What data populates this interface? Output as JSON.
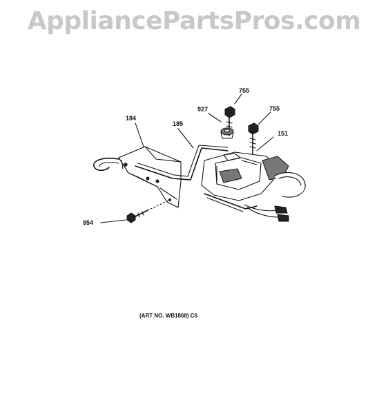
{
  "watermark": "AppliancePartsPros.com",
  "callouts": {
    "c184": "184",
    "c185": "185",
    "c755a": "755",
    "c927": "927",
    "c755b": "755",
    "c151": "151",
    "c854": "854"
  },
  "art_number": "(ART NO. WB1868) C6"
}
